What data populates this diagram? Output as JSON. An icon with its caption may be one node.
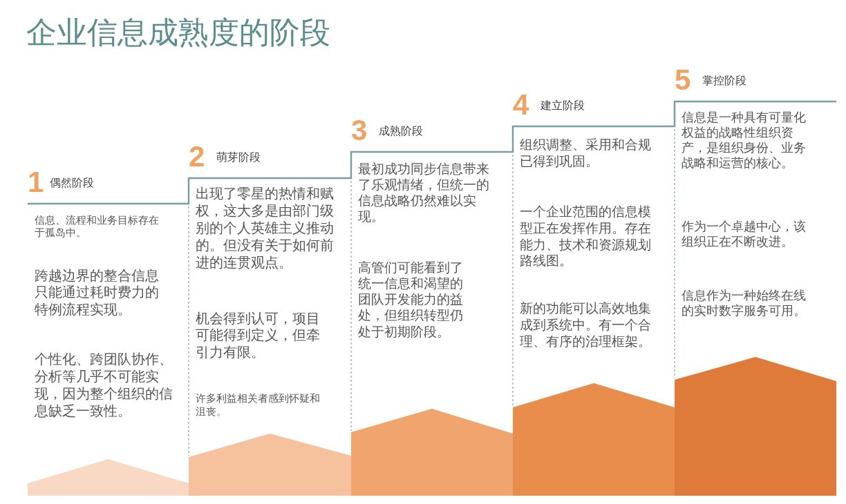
{
  "diagram": {
    "title": "企业信息成熟度的阶段",
    "nodes": [
      {
        "text": [
          "1",
          "偶然阶段",
          "信息、流程和业务目标存在于孤岛中。",
          "跨越边界的整合信息只能通过耗时费力的特例流程实现。",
          "个性化、跨团队协作、分析等几乎不可能实现，因为整个组织的信息缺乏一致性。"
        ]
      },
      {
        "text": [
          "2",
          "萌芽阶段",
          "出现了零星的热情和赋权，这大多是由部门级别的个人英雄主义推动的。但没有关于如何前进的连贯观点。",
          "机会得到认可，项目可能得到定义，但牵引力有限。",
          "许多利益相关者感到怀疑和沮丧。"
        ]
      },
      {
        "text": [
          "3",
          "成熟阶段",
          "最初成功同步信息带来了乐观情绪，但统一的信息战略仍然难以实现。",
          "高管们可能看到了统一信息和渴望的团队开发能力的益处，但组织转型仍处于初期阶段。"
        ]
      },
      {
        "text": [
          "4",
          "建立阶段",
          "组织调整、采用和合规已得到巩固。",
          "一个企业范围的信息模型正在发挥作用。存在能力、技术和资源规划路线图。",
          "新的功能可以高效地集成到系统中。有一个合理、有序的治理框架。"
        ]
      },
      {
        "text": [
          "5",
          "掌控阶段",
          "信息是一种具有可量化权益的战略性组织资产，是组织身份、业务战略和运营的核心。",
          "作为一个卓越中心，该组织正在不断改进。",
          "信息作为一种始终在线的实时数字服务可用。"
        ]
      }
    ]
  }
}
